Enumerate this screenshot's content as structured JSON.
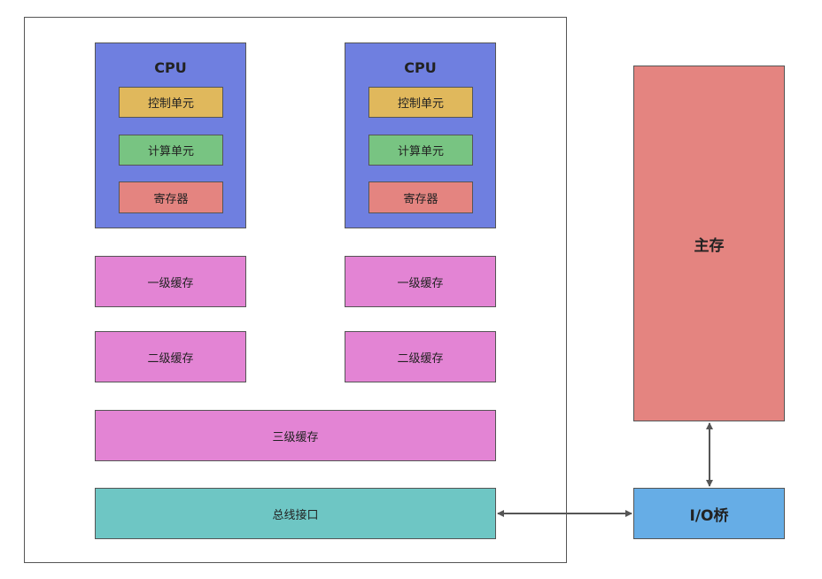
{
  "colors": {
    "cpu": "#6f7fe0",
    "control": "#e0b85c",
    "compute": "#78c482",
    "register": "#e48480",
    "cache": "#e384d4",
    "bus": "#6ec6c4",
    "memory": "#e48480",
    "io_bridge": "#66ade6"
  },
  "cpus": [
    {
      "title": "CPU",
      "control": "控制单元",
      "compute": "计算单元",
      "register": "寄存器",
      "l1": "一级缓存",
      "l2": "二级缓存"
    },
    {
      "title": "CPU",
      "control": "控制单元",
      "compute": "计算单元",
      "register": "寄存器",
      "l1": "一级缓存",
      "l2": "二级缓存"
    }
  ],
  "l3": "三级缓存",
  "bus": "总线接口",
  "memory": "主存",
  "io_bridge": "I/O桥"
}
